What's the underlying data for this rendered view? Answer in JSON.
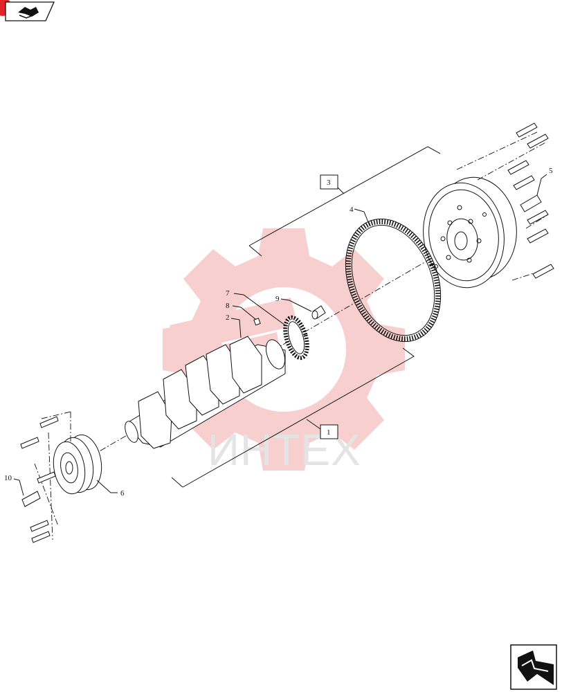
{
  "header": {
    "nav_badge_color": "#e3222b",
    "nav_icon": "book-arrow-icon"
  },
  "footer": {
    "nav_icon": "arrow-corner-icon"
  },
  "watermark": {
    "text": "ИНТЕХ",
    "color": "#f3a8a8",
    "icon": "gear-icon"
  },
  "callouts": {
    "c1": "1",
    "c2": "2",
    "c3": "3",
    "c4": "4",
    "c5": "5",
    "c6": "6",
    "c7": "7",
    "c8": "8",
    "c9": "9",
    "c10": "10"
  }
}
